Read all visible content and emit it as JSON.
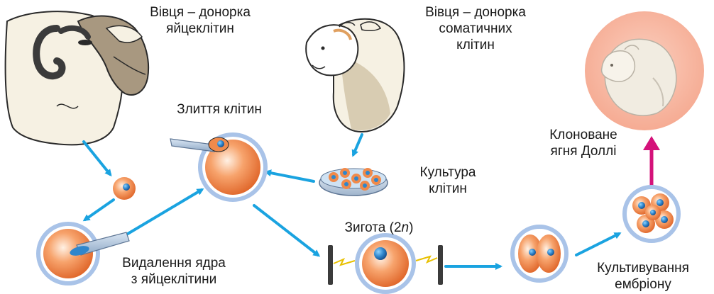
{
  "labels": {
    "donor_egg_line1": "Вівця – донорка",
    "donor_egg_line2": "яйцеклітин",
    "donor_somatic_line1": "Вівця – донорка",
    "donor_somatic_line2": "соматичних",
    "donor_somatic_line3": "клітин",
    "fusion": "Злиття клітин",
    "culture_line1": "Культура",
    "culture_line2": "клітин",
    "clone_line1": "Клоноване",
    "clone_line2": "ягня Доллі",
    "zygote_prefix": "Зигота (2",
    "zygote_n": "n",
    "zygote_suffix": ")",
    "enucleation_line1": "Видалення ядра",
    "enucleation_line2": "з яйцеклітини",
    "cultivation_line1": "Культивування",
    "cultivation_line2": "ембріону"
  },
  "colors": {
    "arrow_blue": "#1aa3e0",
    "arrow_magenta": "#d4127a",
    "cell_orange": "#f08a4b",
    "cell_light": "#fde0c8",
    "nucleus_blue": "#2a6fb5",
    "membrane_ring": "#a9c3e8",
    "lamb_circle": "#f7b8a4",
    "wool": "#f6f1e3"
  }
}
